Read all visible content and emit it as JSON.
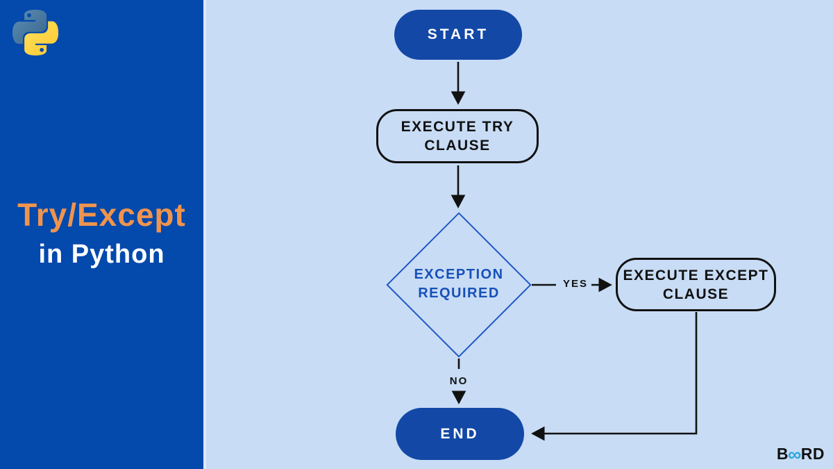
{
  "sidebar": {
    "title_line1": "Try/Except",
    "title_line2": "in Python"
  },
  "flowchart": {
    "start_label": "START",
    "try_box_lines": [
      "EXECUTE TRY",
      "CLAUSE"
    ],
    "decision_lines": [
      "EXCEPTION",
      "REQUIRED"
    ],
    "except_box_lines": [
      "EXECUTE EXCEPT",
      "CLAUSE"
    ],
    "end_label": "END",
    "yes_label": "YES",
    "no_label": "NO"
  },
  "branding": {
    "logo_part1": "B",
    "logo_part2": "∞",
    "logo_part3": "RD"
  },
  "colors": {
    "sidebar_background": "#0449AC",
    "page_background": "#C8DCF5",
    "terminal_fill": "#1348A7",
    "title_accent_orange": "#F0944D",
    "title_white": "#FFFFFF",
    "decision_blue": "#1750B8",
    "connector_black": "#111111",
    "brand_cyan": "#29A8E0"
  }
}
